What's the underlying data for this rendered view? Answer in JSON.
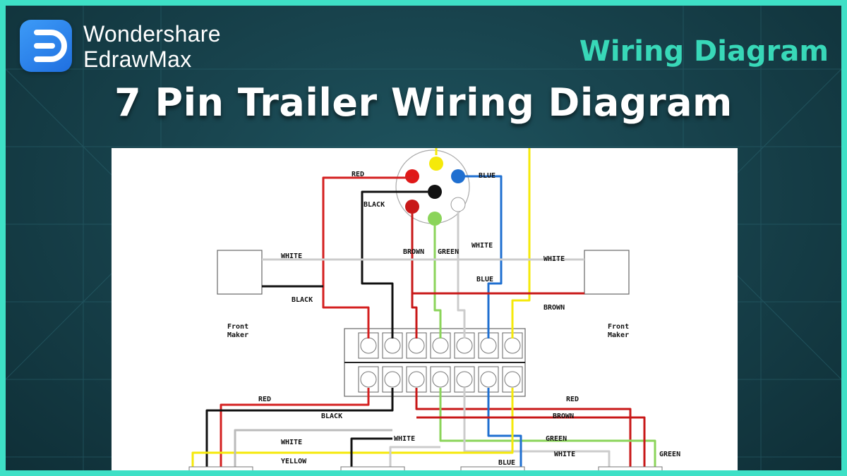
{
  "brand": {
    "line1": "Wondershare",
    "line2": "EdrawMax",
    "logo_icon": "edrawmax-logo-icon"
  },
  "tagline": "Wiring Diagram",
  "title": "7 Pin Trailer Wiring Diagram",
  "colors": {
    "accent": "#3ee0c6",
    "tagline": "#38d8b8",
    "background": "#18434d",
    "logo": "#2f86f0"
  },
  "diagram": {
    "front_marker_left": [
      "Front",
      "Maker"
    ],
    "front_marker_right": [
      "Front",
      "Maker"
    ],
    "labels": {
      "red_top": "RED",
      "blue_top": "BLUE",
      "black_top": "BLACK",
      "brown_mid": "BROWN",
      "green_mid": "GREEN",
      "white_mid": "WHITE",
      "white_left": "WHITE",
      "white_right": "WHITE",
      "black_left": "BLACK",
      "blue_mid": "BLUE",
      "brown_right": "BROWN",
      "red_bottom_left": "RED",
      "red_bottom_right": "RED",
      "black_bottom": "BLACK",
      "brown_bottom": "BROWN",
      "white_bottom_left": "WHITE",
      "white_bottom_mid": "WHITE",
      "green_bottom": "GREEN",
      "white_bottom_right": "WHITE",
      "green_bottom_right": "GREEN",
      "yellow_bottom": "YELLOW",
      "blue_bottom": "BLUE"
    }
  }
}
